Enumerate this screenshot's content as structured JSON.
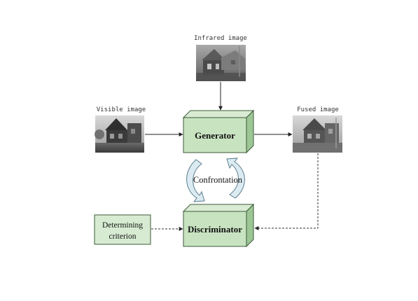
{
  "labels": {
    "infrared_image": "Infrared image",
    "visible_image": "Visible image",
    "fused_image": "Fused image",
    "generator": "Generator",
    "discriminator": "Discriminator",
    "confrontation": "Confrontation",
    "criterion_line1": "Determining",
    "criterion_line2": "criterion"
  },
  "colors": {
    "box_front": "#c8e3c0",
    "box_top": "#d9ecd3",
    "box_side": "#9cc694",
    "box_stroke": "#3d5a3a",
    "criterion_fill": "#d7ebd2",
    "cycle_arrow_fill": "#dcebf2",
    "cycle_arrow_stroke": "#5a7e8e",
    "arrow": "#222222"
  }
}
